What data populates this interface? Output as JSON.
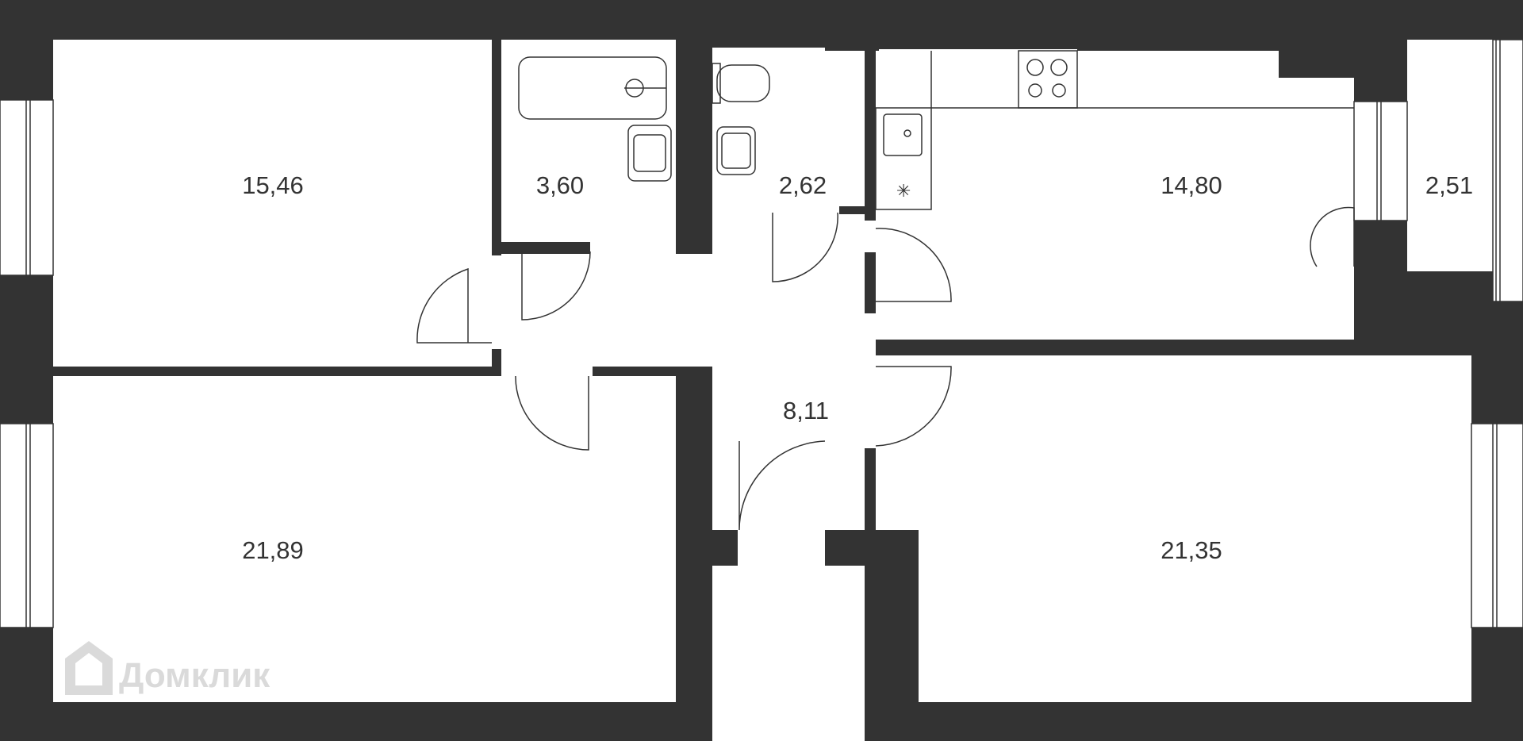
{
  "plan": {
    "wall_color": "#333333",
    "background": "#ffffff",
    "rooms": [
      {
        "id": "bedroom-top-left",
        "area": "15,46"
      },
      {
        "id": "bathroom",
        "area": "3,60"
      },
      {
        "id": "toilet",
        "area": "2,62"
      },
      {
        "id": "kitchen",
        "area": "14,80"
      },
      {
        "id": "balcony",
        "area": "2,51"
      },
      {
        "id": "hallway",
        "area": "8,11"
      },
      {
        "id": "bedroom-bottom-left",
        "area": "21,89"
      },
      {
        "id": "living-room",
        "area": "21,35"
      }
    ]
  },
  "watermark": {
    "text": "Домклик",
    "icon": "house-logo-icon",
    "color": "#dadada"
  }
}
